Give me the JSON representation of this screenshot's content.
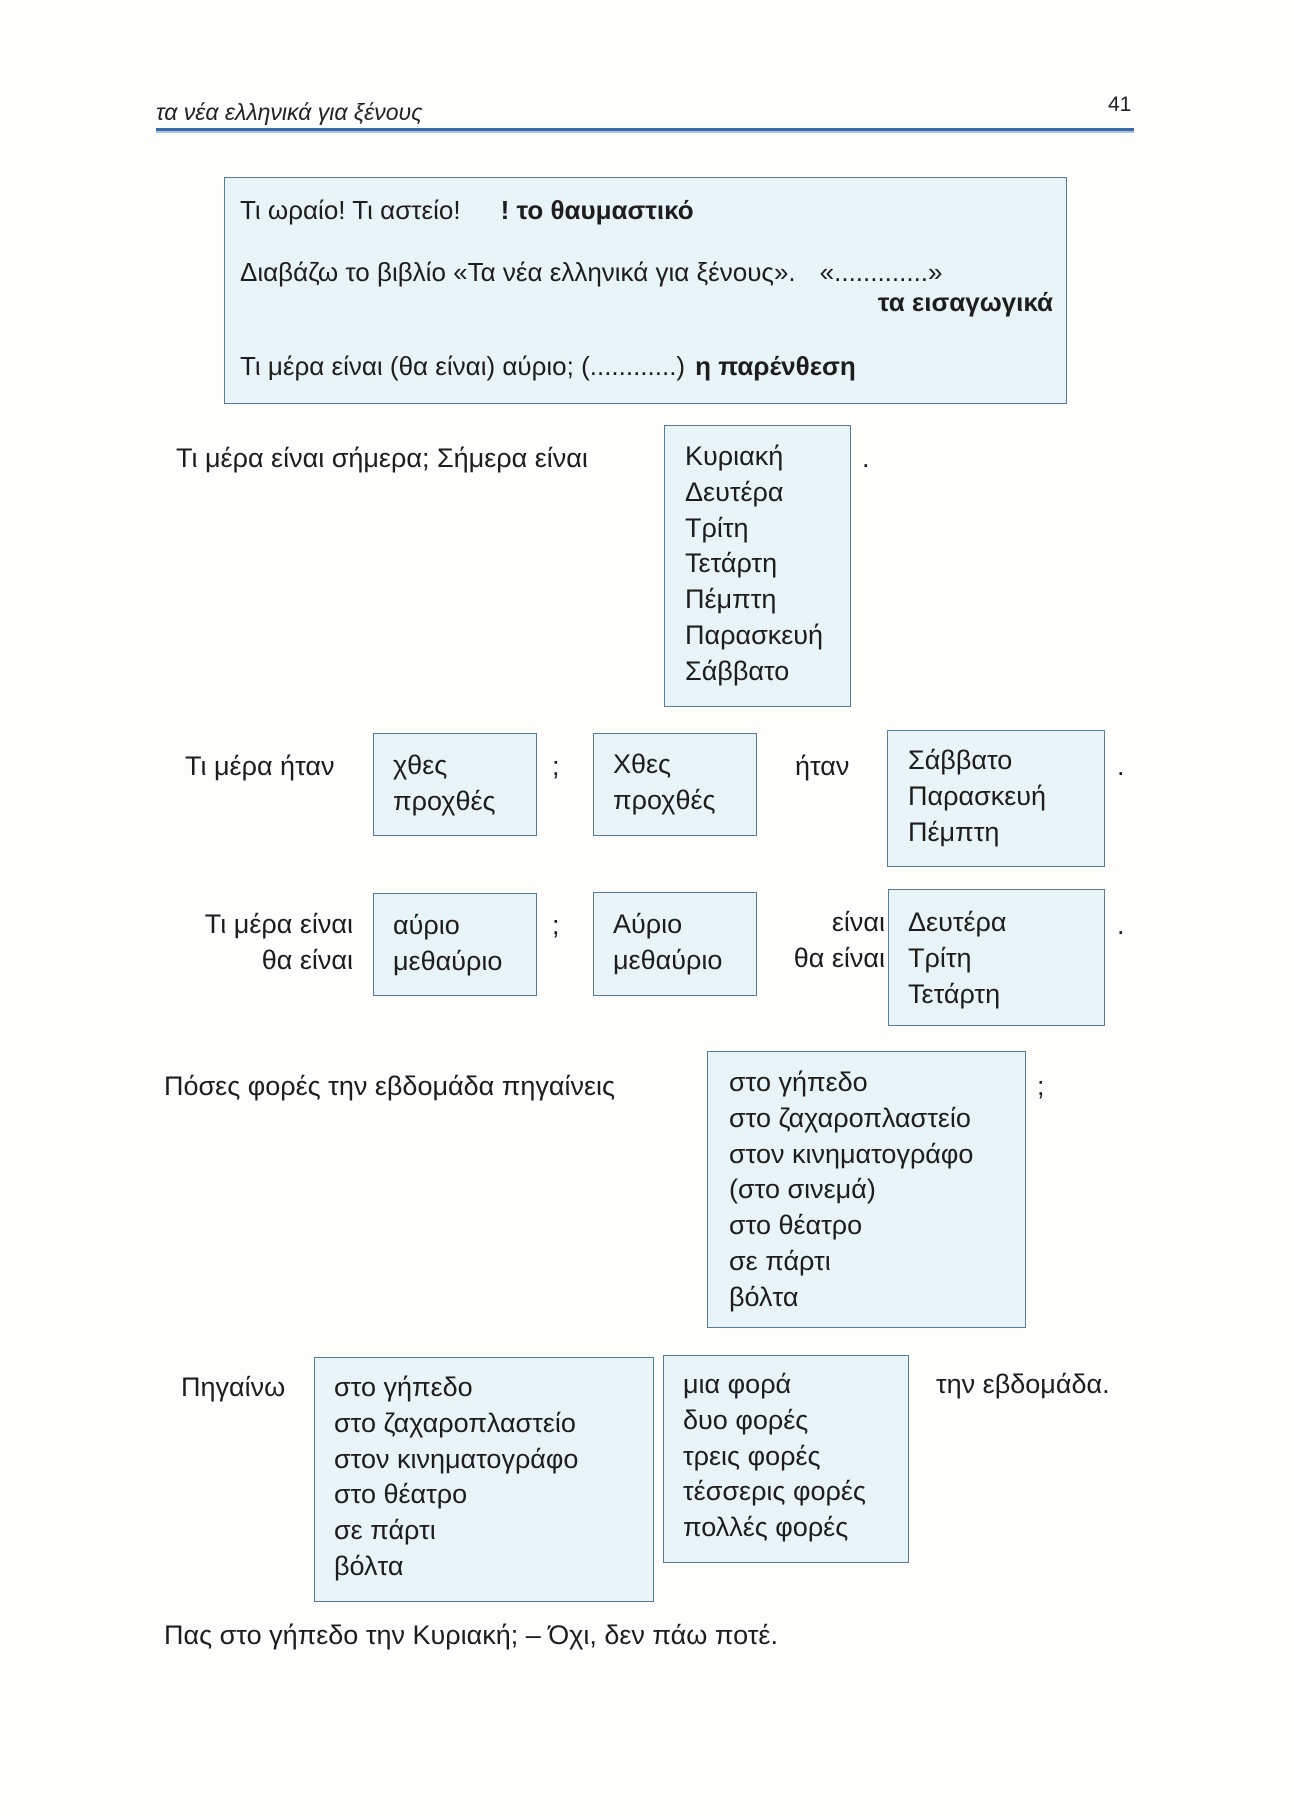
{
  "colors": {
    "box_background": "#e8f4f8",
    "box_border": "#5b7c90",
    "header_rule": "#3b6aa6"
  },
  "header": {
    "title": "τα νέα ελληνικά για ξένους",
    "page_number": "41"
  },
  "punctuation_box": {
    "exclamation": {
      "example": "Τι ωραίο! Τι αστείο!",
      "label": "! το θαυμαστικό"
    },
    "quotes": {
      "example": "Διαβάζω το βιβλίο «Τα νέα ελληνικά για ξένους».",
      "symbol": "«.............»",
      "label": "τα εισαγωγικά"
    },
    "parenthesis": {
      "example": "Τι μέρα είναι (θα είναι) αύριο; (............)",
      "label": "η παρένθεση"
    }
  },
  "today": {
    "question": "Τι μέρα είναι σήμερα; Σήμερα είναι",
    "days": [
      "Κυριακή",
      "Δευτέρα",
      "Τρίτη",
      "Τετάρτη",
      "Πέμπτη",
      "Παρασκευή",
      "Σάββατο"
    ],
    "end": "."
  },
  "yesterday": {
    "question": "Τι μέρα ήταν",
    "options": [
      "χθες",
      "προχθές"
    ],
    "qmark": ";",
    "answer_options": [
      "Χθες",
      "προχθές"
    ],
    "verb": "ήταν",
    "days": [
      "Σάββατο",
      "Παρασκευή",
      "Πέμπτη"
    ],
    "end": "."
  },
  "tomorrow": {
    "question_lines": [
      "Τι μέρα είναι",
      "θα είναι"
    ],
    "options": [
      "αύριο",
      "μεθαύριο"
    ],
    "qmark": ";",
    "answer_options": [
      "Αύριο",
      "μεθαύριο"
    ],
    "verb_lines": [
      "είναι",
      "θα είναι"
    ],
    "days": [
      "Δευτέρα",
      "Τρίτη",
      "Τετάρτη"
    ],
    "end": "."
  },
  "frequency_question": {
    "question": "Πόσες φορές την εβδομάδα πηγαίνεις",
    "places": [
      "στο γήπεδο",
      "στο ζαχαροπλαστείο",
      "στον κινηματογράφο",
      "(στο σινεμά)",
      "στο θέατρο",
      "σε πάρτι",
      "βόλτα"
    ],
    "qmark": ";"
  },
  "frequency_answer": {
    "verb": "Πηγαίνω",
    "places": [
      "στο γήπεδο",
      "στο ζαχαροπλαστείο",
      "στον κινηματογράφο",
      "στο θέατρο",
      "σε πάρτι",
      "βόλτα"
    ],
    "frequencies": [
      "μια φορά",
      "δυο φορές",
      "τρεις φορές",
      "τέσσερις φορές",
      "πολλές φορές"
    ],
    "ending": "την εβδομάδα."
  },
  "closing_line": "Πας στο γήπεδο την Κυριακή; – Όχι, δεν πάω ποτέ."
}
